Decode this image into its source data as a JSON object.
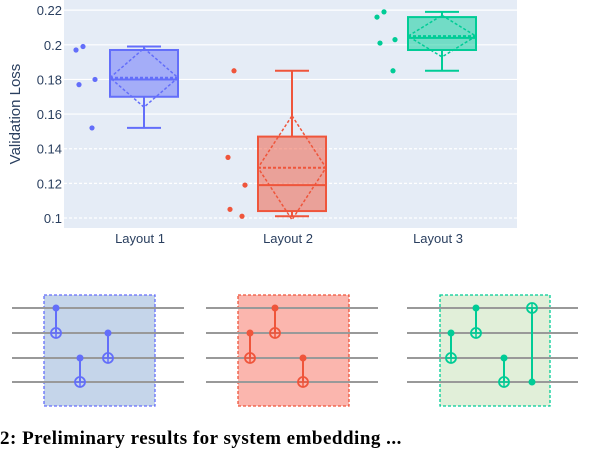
{
  "chart_data": {
    "type": "box",
    "title": "",
    "xlabel": "",
    "ylabel": "Validation Loss",
    "ylim": [
      0.095,
      0.225
    ],
    "yticks": [
      0.1,
      0.12,
      0.14,
      0.16,
      0.18,
      0.2,
      0.22
    ],
    "ytick_labels": [
      "0.1",
      "0.12",
      "0.14",
      "0.16",
      "0.18",
      "0.2",
      "0.22"
    ],
    "grid": true,
    "legend": "none",
    "categories": [
      "Layout 1",
      "Layout 2",
      "Layout 3"
    ],
    "series": [
      {
        "name": "Layout 1",
        "color": "#636efa",
        "points": [
          0.197,
          0.199,
          0.177,
          0.18,
          0.152
        ],
        "min": 0.152,
        "q1": 0.17,
        "median": 0.18,
        "q3": 0.197,
        "max": 0.199,
        "mean": 0.181,
        "sd": 0.017
      },
      {
        "name": "Layout 2",
        "color": "#ef553b",
        "points": [
          0.185,
          0.135,
          0.119,
          0.105,
          0.101
        ],
        "min": 0.101,
        "q1": 0.104,
        "median": 0.119,
        "q3": 0.147,
        "max": 0.185,
        "mean": 0.129,
        "sd": 0.03
      },
      {
        "name": "Layout 3",
        "color": "#00cc96",
        "points": [
          0.216,
          0.219,
          0.201,
          0.203,
          0.185
        ],
        "min": 0.185,
        "q1": 0.197,
        "median": 0.204,
        "q3": 0.216,
        "max": 0.219,
        "mean": 0.205,
        "sd": 0.012
      }
    ]
  },
  "circuits": [
    {
      "name": "Layout 1 circuit",
      "color": "#636efa",
      "fill": "#c5d5ea",
      "gates": [
        {
          "control": 0,
          "target": 1,
          "x": 56
        },
        {
          "control": 2,
          "target": 3,
          "x": 80
        },
        {
          "control": 1,
          "target": 2,
          "x": 108
        }
      ]
    },
    {
      "name": "Layout 2 circuit",
      "color": "#ef553b",
      "fill": "#fbb6ae",
      "gates": [
        {
          "control": 1,
          "target": 2,
          "x": 250
        },
        {
          "control": 0,
          "target": 1,
          "x": 275
        },
        {
          "control": 2,
          "target": 3,
          "x": 303
        }
      ]
    },
    {
      "name": "Layout 3 circuit",
      "color": "#00cc96",
      "fill": "#e1efd9",
      "gates": [
        {
          "control": 1,
          "target": 2,
          "x": 451
        },
        {
          "control": 0,
          "target": 1,
          "x": 476
        },
        {
          "control": 2,
          "target": 3,
          "x": 504
        },
        {
          "control": 3,
          "target": 0,
          "x": 532
        }
      ]
    }
  ],
  "caption": {
    "text": "2:  Preliminary results for system embedding ..."
  }
}
